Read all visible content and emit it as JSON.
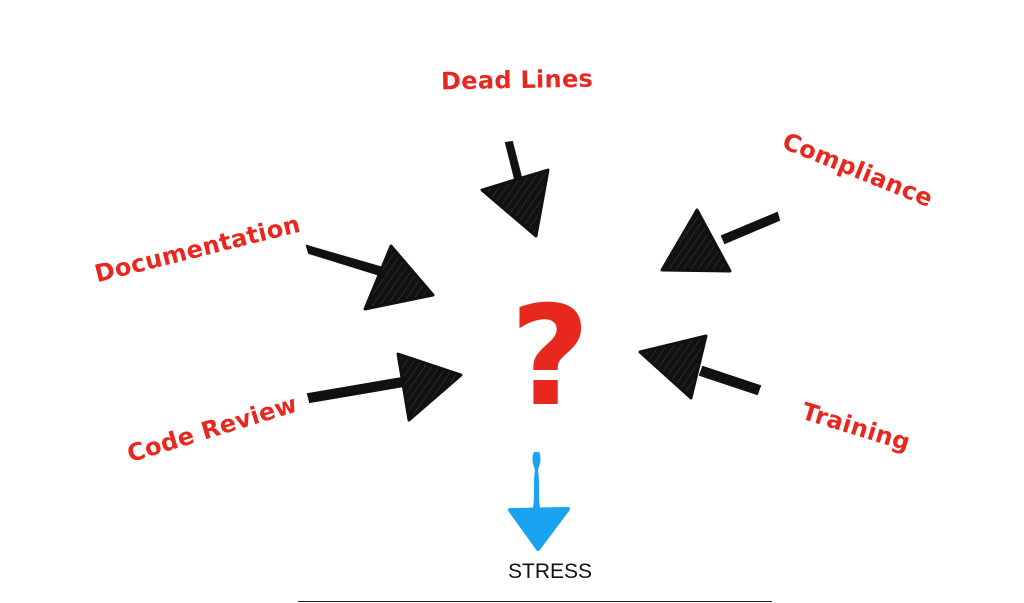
{
  "center_symbol": "?",
  "result_label": "STRESS",
  "inputs": [
    {
      "id": "deadlines",
      "label": "Dead Lines"
    },
    {
      "id": "compliance",
      "label": "Compliance"
    },
    {
      "id": "documentation",
      "label": "Documentation"
    },
    {
      "id": "codereview",
      "label": "Code Review"
    },
    {
      "id": "training",
      "label": "Training"
    }
  ],
  "colors": {
    "label": "#e8281f",
    "question": "#e8281f",
    "arrow": "#111111",
    "result_arrow": "#1aa3f0"
  }
}
